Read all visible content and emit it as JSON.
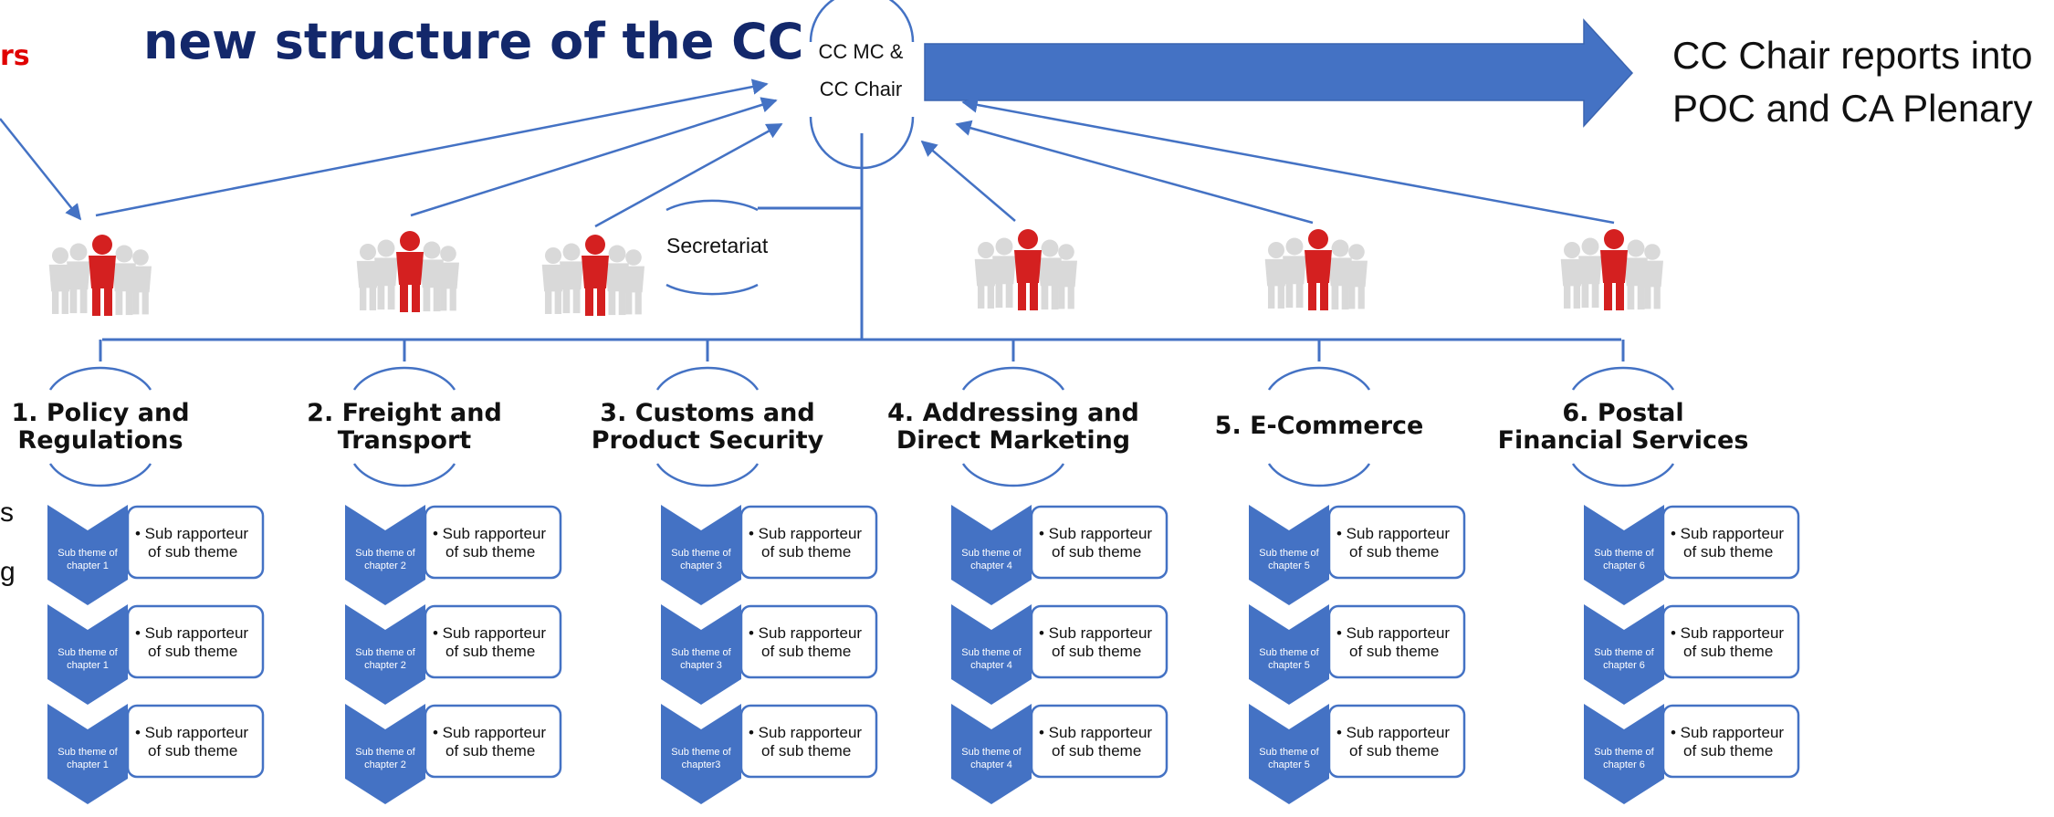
{
  "title": "new structure of the CC",
  "left_fragments": {
    "red": "rs",
    "line1": "s",
    "line2": "g"
  },
  "management": {
    "line1": "CC MC &",
    "line2": "CC Chair"
  },
  "reports_into": {
    "line1": "CC Chair reports into",
    "line2": "POC and CA Plenary"
  },
  "secretariat": "Secretariat",
  "colors": {
    "title": "#13286b",
    "accent_blue": "#4472c4",
    "accent_red": "#e00000",
    "figure_red": "#d42020",
    "figure_grey": "#d9d9d9"
  },
  "icons": [
    "people-group-icon",
    "right-arrow-icon"
  ],
  "chapters": [
    {
      "line1": "1. Policy and",
      "line2": "Regulations",
      "sub_themes": [
        {
          "chevron": [
            "Sub theme of",
            "chapter 1"
          ],
          "box": [
            "• Sub rapporteur",
            "of sub theme"
          ]
        },
        {
          "chevron": [
            "Sub theme of",
            "chapter 1"
          ],
          "box": [
            "• Sub rapporteur",
            "of sub theme"
          ]
        },
        {
          "chevron": [
            "Sub theme of",
            "chapter 1"
          ],
          "box": [
            "• Sub rapporteur",
            "of sub theme"
          ]
        }
      ]
    },
    {
      "line1": "2. Freight and",
      "line2": "Transport",
      "sub_themes": [
        {
          "chevron": [
            "Sub theme of",
            "chapter 2"
          ],
          "box": [
            "• Sub rapporteur",
            "of sub theme"
          ]
        },
        {
          "chevron": [
            "Sub theme of",
            "chapter 2"
          ],
          "box": [
            "• Sub rapporteur",
            "of sub theme"
          ]
        },
        {
          "chevron": [
            "Sub theme of",
            "chapter 2"
          ],
          "box": [
            "• Sub rapporteur",
            "of sub theme"
          ]
        }
      ]
    },
    {
      "line1": "3. Customs and",
      "line2": "Product Security",
      "sub_themes": [
        {
          "chevron": [
            "Sub theme of",
            "chapter 3"
          ],
          "box": [
            "• Sub rapporteur",
            "of sub theme"
          ]
        },
        {
          "chevron": [
            "Sub theme of",
            "chapter 3"
          ],
          "box": [
            "• Sub rapporteur",
            "of sub theme"
          ]
        },
        {
          "chevron": [
            "Sub theme of",
            "chapter3"
          ],
          "box": [
            "• Sub rapporteur",
            "of sub theme"
          ]
        }
      ]
    },
    {
      "line1": "4. Addressing and",
      "line2": "Direct Marketing",
      "sub_themes": [
        {
          "chevron": [
            "Sub theme of",
            "chapter 4"
          ],
          "box": [
            "• Sub rapporteur",
            "of sub theme"
          ]
        },
        {
          "chevron": [
            "Sub theme of",
            "chapter 4"
          ],
          "box": [
            "• Sub rapporteur",
            "of sub theme"
          ]
        },
        {
          "chevron": [
            "Sub theme of",
            "chapter 4"
          ],
          "box": [
            "• Sub rapporteur",
            "of sub theme"
          ]
        }
      ]
    },
    {
      "line1": "5. E-Commerce",
      "line2": "",
      "sub_themes": [
        {
          "chevron": [
            "Sub theme of",
            "chapter 5"
          ],
          "box": [
            "• Sub rapporteur",
            "of sub theme"
          ]
        },
        {
          "chevron": [
            "Sub theme of",
            "chapter 5"
          ],
          "box": [
            "• Sub rapporteur",
            "of sub theme"
          ]
        },
        {
          "chevron": [
            "Sub theme of",
            "chapter 5"
          ],
          "box": [
            "• Sub rapporteur",
            "of sub theme"
          ]
        }
      ]
    },
    {
      "line1": "6. Postal",
      "line2": "Financial Services",
      "sub_themes": [
        {
          "chevron": [
            "Sub theme of",
            "chapter 6"
          ],
          "box": [
            "• Sub rapporteur",
            "of sub theme"
          ]
        },
        {
          "chevron": [
            "Sub theme of",
            "chapter 6"
          ],
          "box": [
            "• Sub rapporteur",
            "of sub theme"
          ]
        },
        {
          "chevron": [
            "Sub theme of",
            "chapter 6"
          ],
          "box": [
            "• Sub rapporteur",
            "of sub theme"
          ]
        }
      ]
    }
  ]
}
